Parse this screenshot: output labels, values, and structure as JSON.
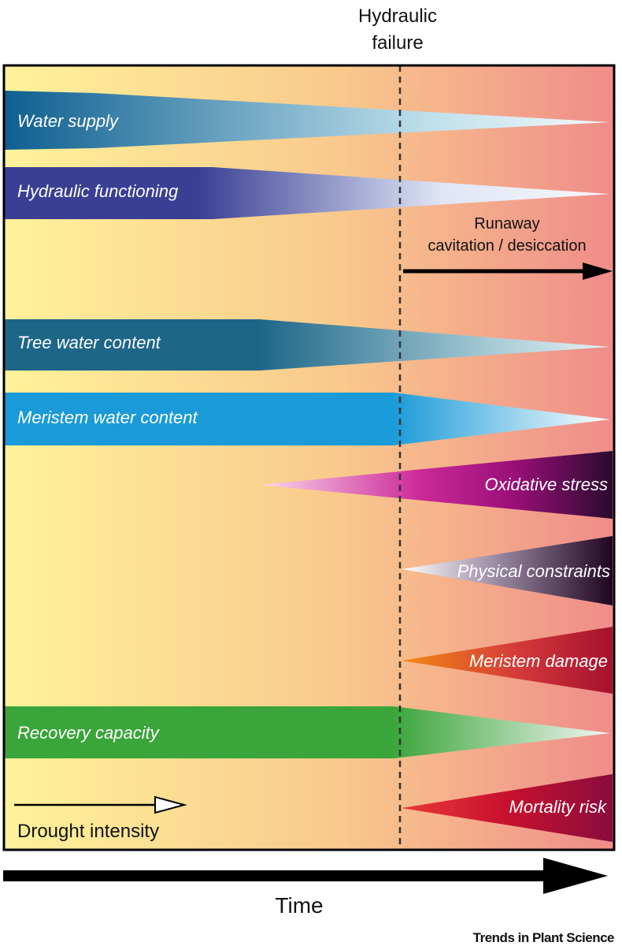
{
  "header": {
    "line1": "Hydraulic",
    "line2": "failure"
  },
  "annotation": {
    "line1": "Runaway",
    "line2": "cavitation / desiccation"
  },
  "bands": [
    {
      "label": "Water supply",
      "shape": "taper-right",
      "color": "#0d5f90"
    },
    {
      "label": "Hydraulic functioning",
      "shape": "taper-right",
      "color": "#3a3f94"
    },
    {
      "label": "Tree water content",
      "shape": "taper-right",
      "color": "#1d6688"
    },
    {
      "label": "Meristem water content",
      "shape": "taper-right",
      "color": "#1a9ad8"
    },
    {
      "label": "Oxidative stress",
      "shape": "taper-left",
      "color": "#b0117e"
    },
    {
      "label": "Physical constraints",
      "shape": "taper-left",
      "color": "#2a0a2e"
    },
    {
      "label": "Meristem damage",
      "shape": "taper-left",
      "color": "#c0143a"
    },
    {
      "label": "Recovery capacity",
      "shape": "taper-right",
      "color": "#3aa53a"
    },
    {
      "label": "Mortality risk",
      "shape": "taper-left",
      "color": "#b8102e"
    }
  ],
  "drought_label": "Drought intensity",
  "time_label": "Time",
  "journal": "Trends in Plant Science",
  "colors": {
    "background_start": "#fff29a",
    "background_mid": "#f9c98c",
    "background_end": "#ef8c8a"
  }
}
